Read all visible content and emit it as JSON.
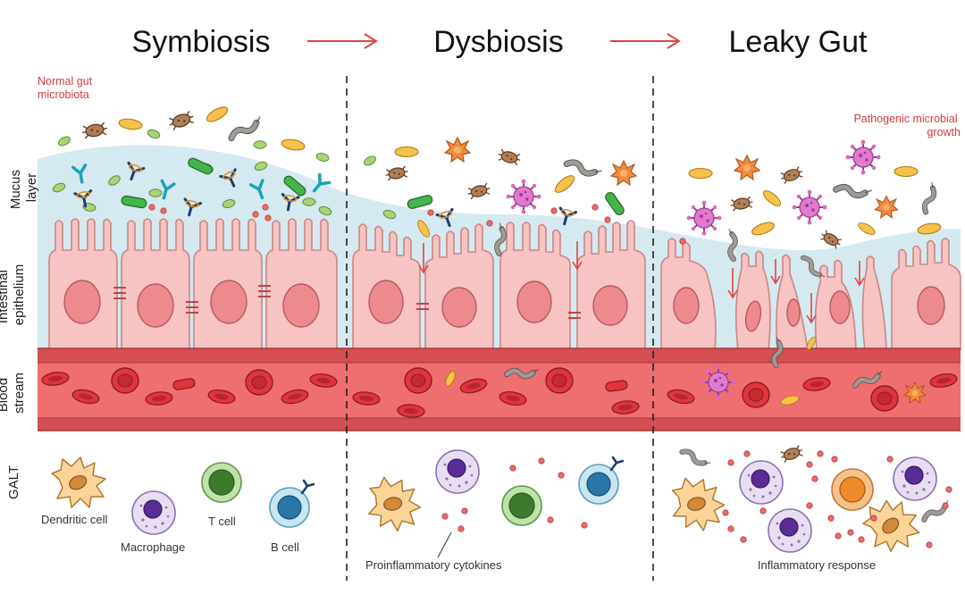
{
  "stages": {
    "symbiosis": "Symbiosis",
    "dysbiosis": "Dysbiosis",
    "leaky_gut": "Leaky Gut"
  },
  "annotations": {
    "normal_microbiota_line1": "Normal gut",
    "normal_microbiota_line2": "microbiota",
    "pathogenic_line1": "Pathogenic microbial",
    "pathogenic_line2": "growth"
  },
  "side_labels": {
    "mucus_line1": "Mucus",
    "mucus_line2": "layer",
    "epithelium_line1": "Intestinal",
    "epithelium_line2": "epithelium",
    "blood_line1": "Blood",
    "blood_line2": "stream",
    "galt": "GALT"
  },
  "galt_cells": {
    "dendritic": "Dendritic cell",
    "macrophage": "Macrophage",
    "t_cell": "T cell",
    "b_cell": "B cell",
    "cytokines": "Proinflammatory cytokines",
    "inflammatory": "Inflammatory response"
  },
  "colors": {
    "mucus": "#d5e9f0",
    "epithelium": "#f7c3c3",
    "epithelium_stroke": "#c98686",
    "nucleus": "#ec8a8e",
    "vessel": "#ef6e70",
    "vessel_dark": "#d44e52",
    "rbc": "#e0353c",
    "arrow": "#e04545",
    "divider": "#222222"
  }
}
